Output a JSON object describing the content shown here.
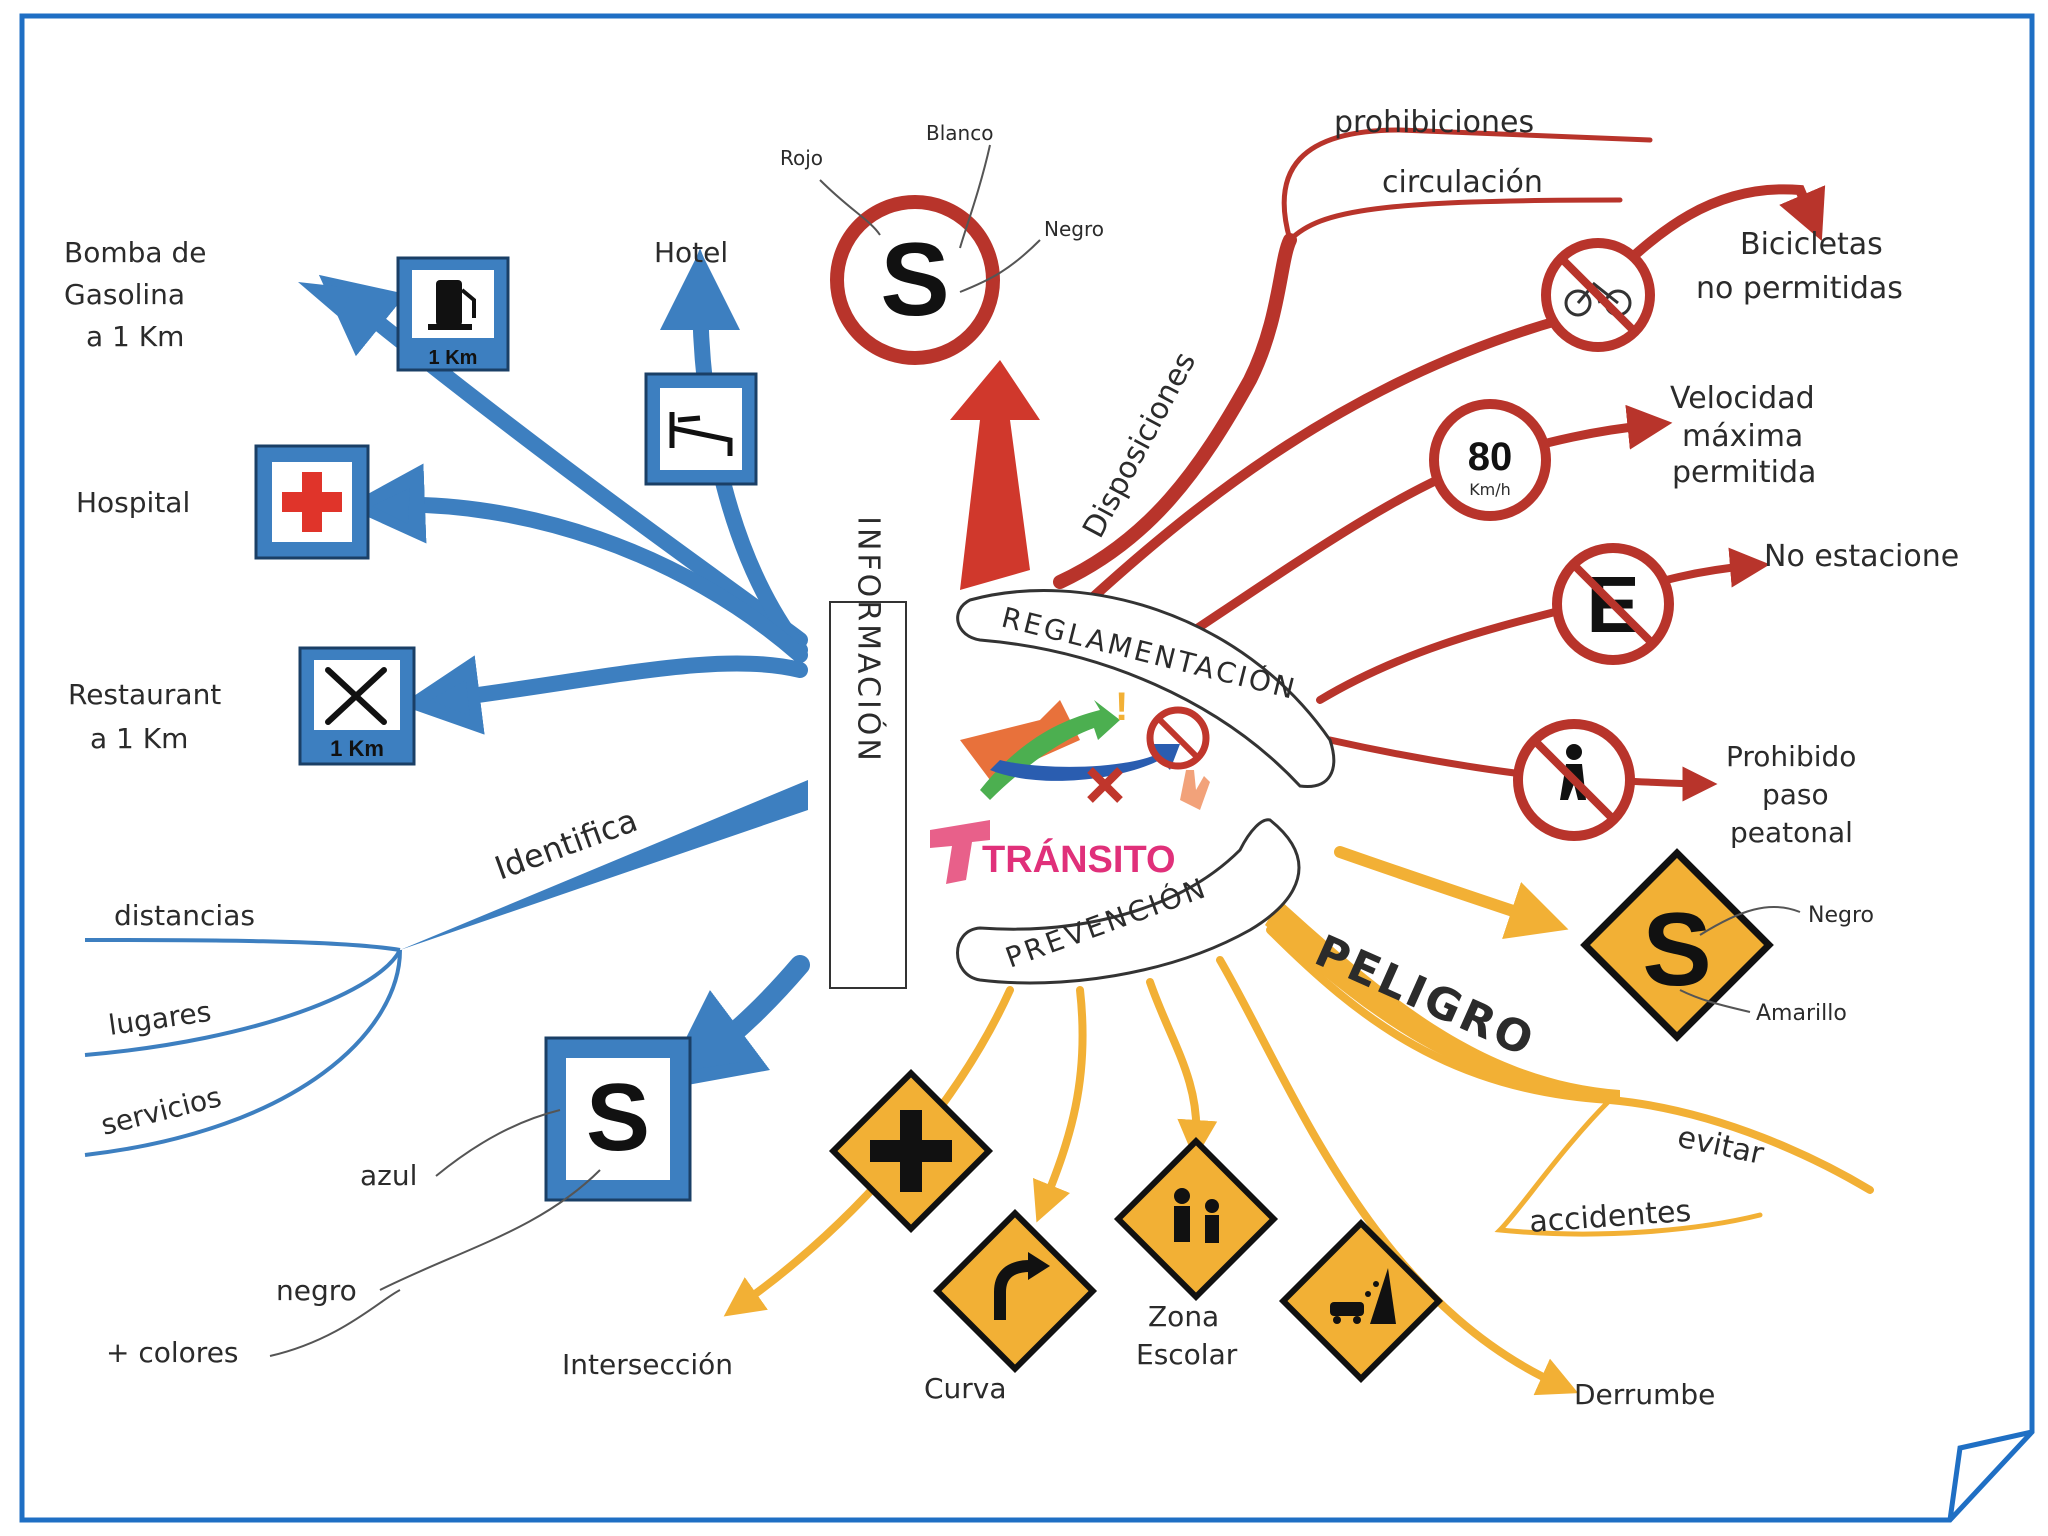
{
  "center": {
    "title": "TRÁNSITO",
    "reglamentacion": "REGLAMENTACIÓN",
    "prevencion": "PREVENCIÓN",
    "informacion": "INFORMACIÓN"
  },
  "informacion": {
    "gas": "Bomba de Gasolina a 1 Km",
    "gas_line1": "Bomba de",
    "gas_line2": "Gasolina",
    "gas_line3": "a 1 Km",
    "gas_sign": "1 Km",
    "hotel": "Hotel",
    "hospital": "Hospital",
    "restaurant_line1": "Restaurant",
    "restaurant_line2": "a 1 Km",
    "restaurant_sign": "1 Km",
    "identifica": "Identifica",
    "identifica_items": [
      "distancias",
      "lugares",
      "servicios"
    ],
    "sign_letter": "S",
    "colors": [
      "azul",
      "negro",
      "+ colores"
    ]
  },
  "reglamentacion": {
    "sign_letter": "S",
    "colors": [
      "Rojo",
      "Blanco",
      "Negro"
    ],
    "disposiciones": "Disposiciones",
    "disposiciones_items": [
      "prohibiciones",
      "circulación"
    ],
    "bicicletas_line1": "Bicicletas",
    "bicicletas_line2": "no permitidas",
    "speed_value": "80",
    "speed_unit": "Km/h",
    "velocidad_line1": "Velocidad",
    "velocidad_line2": "máxima",
    "velocidad_line3": "permitida",
    "e_letter": "E",
    "no_estacione": "No estacione",
    "peaton_line1": "Prohibido",
    "peaton_line2": "paso",
    "peaton_line3": "peatonal"
  },
  "prevencion": {
    "peligro": "PELIGRO",
    "sign_letter": "S",
    "colors": [
      "Negro",
      "Amarillo"
    ],
    "evitar": "evitar",
    "accidentes": "accidentes",
    "interseccion": "Intersección",
    "curva": "Curva",
    "zona_line1": "Zona",
    "zona_line2": "Escolar",
    "derrumbe": "Derrumbe"
  },
  "palette": {
    "blue": "#3d7fc0",
    "red": "#c0362c",
    "yellow": "#f2b035",
    "frame": "#1f6fc4"
  }
}
